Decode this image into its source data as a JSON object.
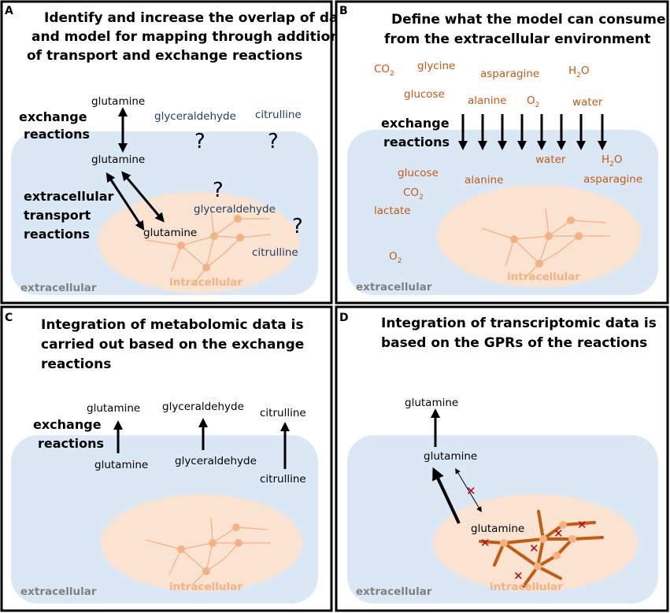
{
  "colors": {
    "extracellular_fill": "#dae8f5",
    "intracellular_fill": "#fbe3d2",
    "network_line": "#f4b183",
    "node": "#f4b183",
    "active_reaction": "#c55a11",
    "blocked_mark": "#c00000",
    "metabolite_blue": "#1f3f66",
    "metabolite_orange": "#c55a11"
  },
  "panels": {
    "a": {
      "label": "A",
      "title": [
        "Identify and increase the overlap of data",
        "and model for mapping through addition",
        "of transport and exchange reactions"
      ],
      "exchange_label": [
        "exchange",
        "reactions"
      ],
      "transport_label": [
        "extracellular",
        "transport",
        "reactions"
      ],
      "glutamine_top": "glutamine",
      "glutamine_mid": "glutamine",
      "glutamine_in": "glutamine",
      "glyceraldehyde_out": "glyceraldehyde",
      "citrulline_out": "citrulline",
      "glyceraldehyde_in": "glyceraldehyde",
      "citrulline_in": "citrulline",
      "question": "?",
      "extracellular": "extracellular",
      "intracellular": "intracellular"
    },
    "b": {
      "label": "B",
      "title": [
        "Define what the model can consume",
        "from the extracellular environment"
      ],
      "exchange_label": [
        "exchange",
        "reactions"
      ],
      "co2_base": "CO",
      "sub2": "2",
      "h2o_h": "H",
      "h2o_o": "O",
      "o2_base": "O",
      "glycine": "glycine",
      "asparagine": "asparagine",
      "glucose": "glucose",
      "alanine": "alanine",
      "water": "water",
      "lactate": "lactate",
      "extracellular": "extracellular",
      "intracellular": "intracellular"
    },
    "c": {
      "label": "C",
      "title": [
        "Integration of metabolomic data is",
        "carried out based on the exchange",
        "reactions"
      ],
      "exchange_label": [
        "exchange",
        "reactions"
      ],
      "glutamine": "glutamine",
      "glyceraldehyde": "glyceraldehyde",
      "citrulline": "citrulline",
      "extracellular": "extracellular",
      "intracellular": "intracellular"
    },
    "d": {
      "label": "D",
      "title": [
        "Integration of transcriptomic data is",
        "based on the GPRs of the reactions"
      ],
      "glutamine": "glutamine",
      "blocked": "✕",
      "extracellular": "extracellular",
      "intracellular": "intracellular"
    }
  }
}
